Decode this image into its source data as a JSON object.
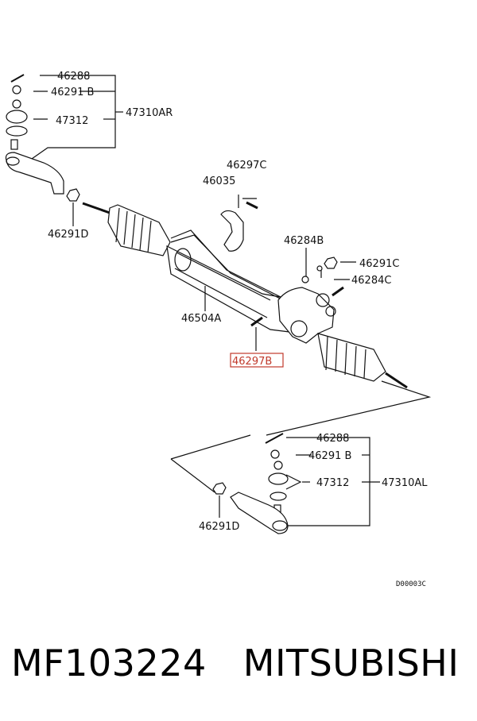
{
  "labels": {
    "p46288_top": "46288",
    "p46291b_top": "46291 B",
    "p47312_top": "47312",
    "p47310ar": "47310AR",
    "p46291d_top": "46291D",
    "p46297c": "46297C",
    "p46035": "46035",
    "p46284b": "46284B",
    "p46291c": "46291C",
    "p46284c": "46284C",
    "p46504a": "46504A",
    "p46297b": "46297B",
    "p46288_bot": "46288",
    "p46291b_bot": "46291 B",
    "p47312_bot": "47312",
    "p47310al": "47310AL",
    "p46291d_bot": "46291D",
    "diagram_code": "D00003C"
  },
  "footer": {
    "part_number": "MF103224",
    "brand": "MITSUBISHI"
  },
  "colors": {
    "line": "#111111",
    "highlight": "#c0392b"
  }
}
